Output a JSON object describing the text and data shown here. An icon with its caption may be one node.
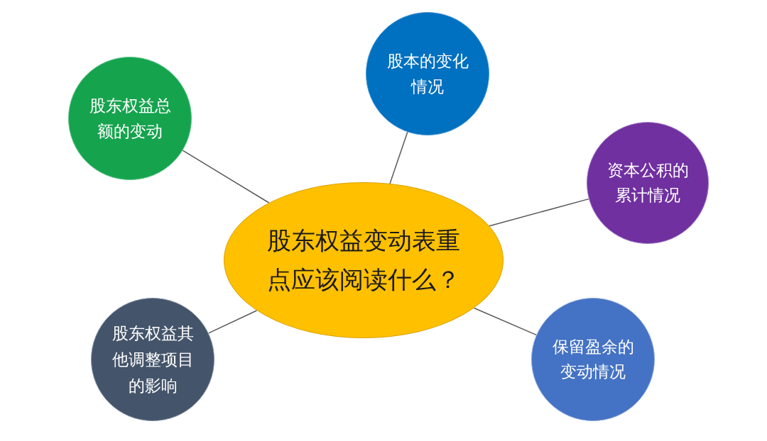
{
  "diagram": {
    "nodes": [
      {
        "text": [
          "股东权益变动表重点应该阅读什么？"
        ]
      },
      {
        "text": [
          "股本的变化情况"
        ]
      },
      {
        "text": [
          "股东权益总额的变动"
        ]
      },
      {
        "text": [
          "资本公积的累计情况"
        ]
      },
      {
        "text": [
          "股东权益其他调整项目的影响"
        ]
      },
      {
        "text": [
          "保留盈余的变动情况"
        ]
      }
    ],
    "edges": [
      {
        "from": 0,
        "to": 1,
        "arrow": "none"
      },
      {
        "from": 0,
        "to": 2,
        "arrow": "none"
      },
      {
        "from": 0,
        "to": 3,
        "arrow": "none"
      },
      {
        "from": 0,
        "to": 4,
        "arrow": "none"
      },
      {
        "from": 0,
        "to": 5,
        "arrow": "none"
      }
    ]
  }
}
